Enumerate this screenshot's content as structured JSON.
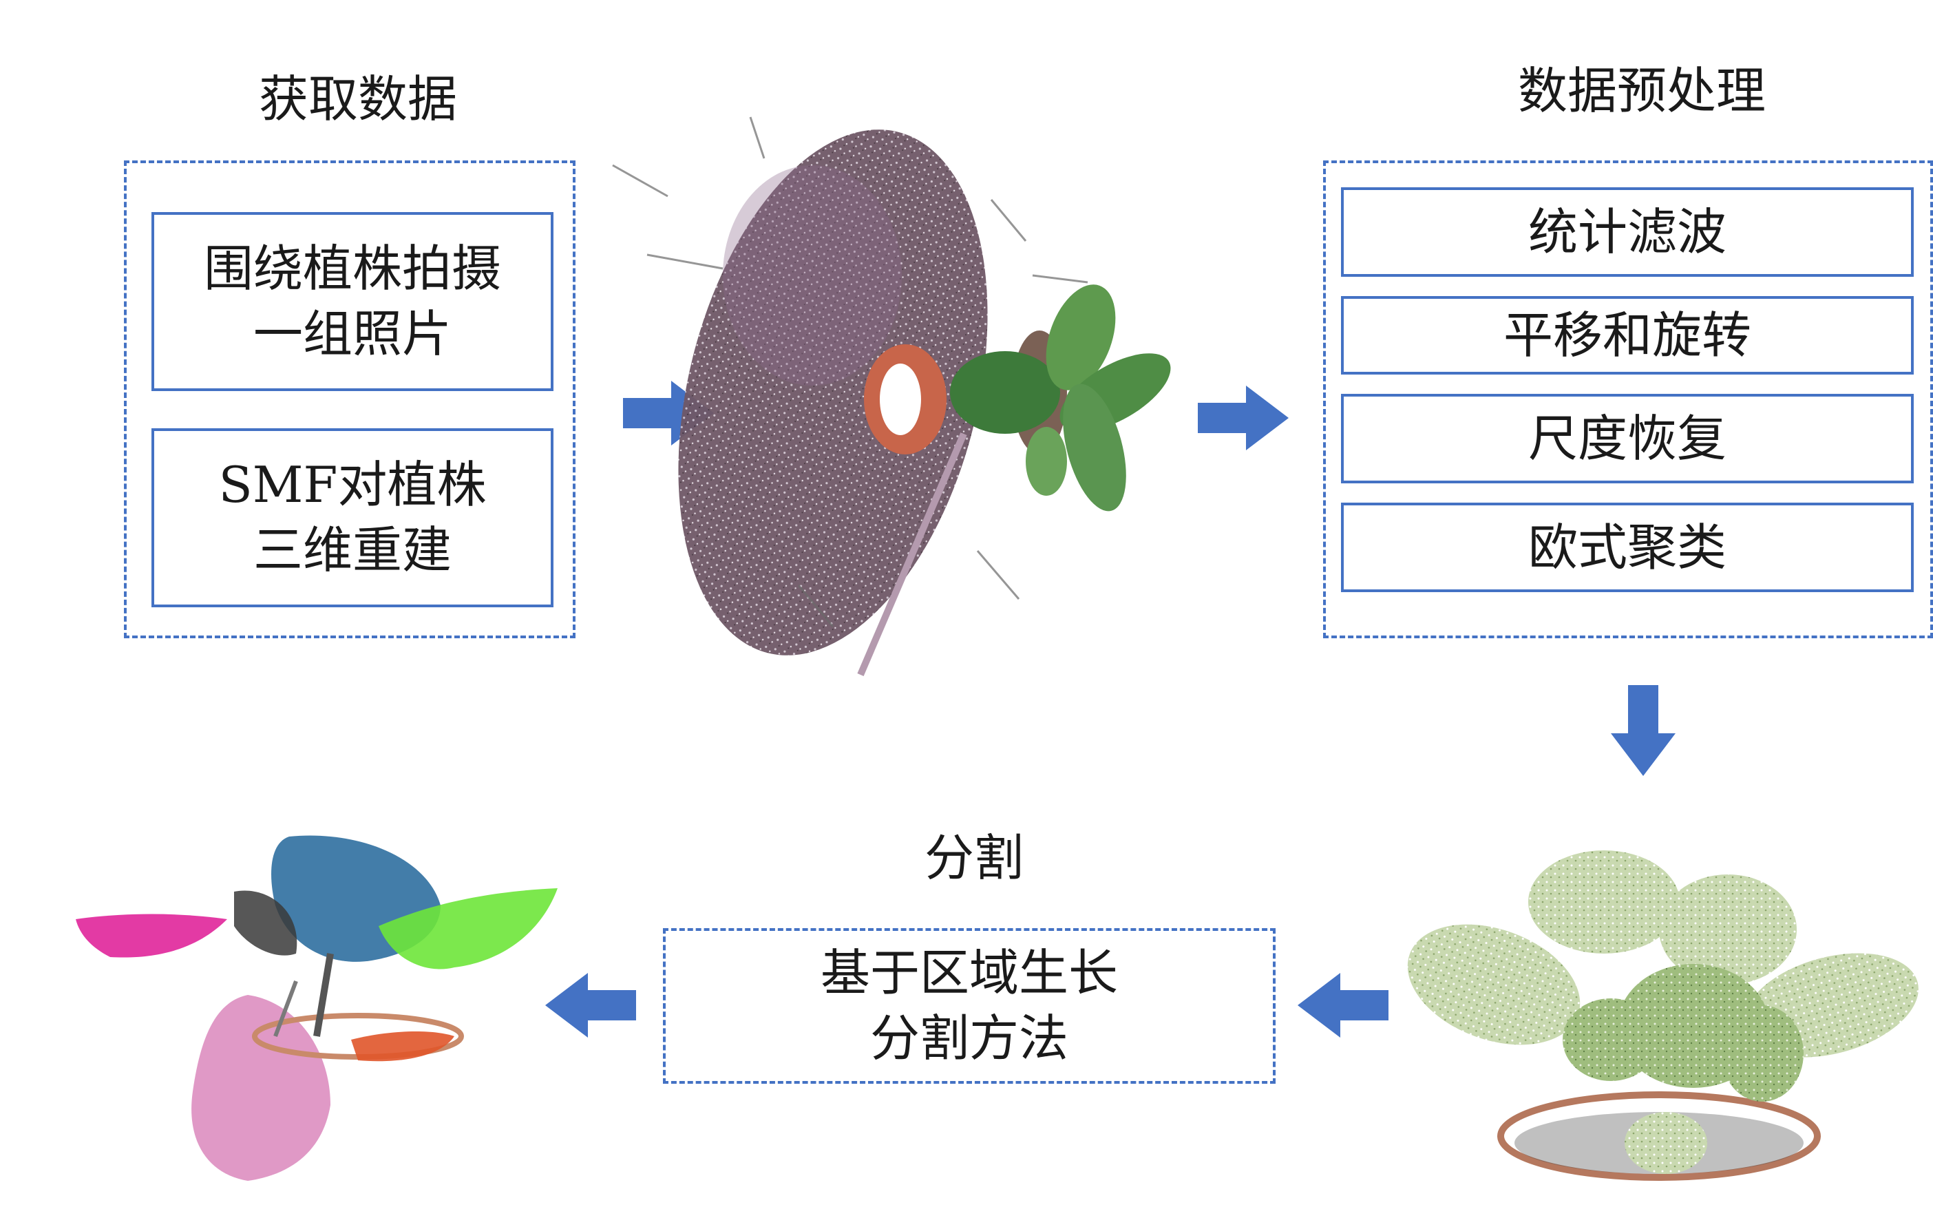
{
  "acquire": {
    "title": "获取数据",
    "box1": {
      "line1": "围绕植株拍摄",
      "line2": "一组照片"
    },
    "box2": {
      "line1": "SMF对植株",
      "line2": "三维重建"
    }
  },
  "preprocess": {
    "title": "数据预处理",
    "steps": [
      "统计滤波",
      "平移和旋转",
      "尺度恢复",
      "欧式聚类"
    ]
  },
  "segmentation": {
    "title": "分割",
    "method": {
      "line1": "基于区域生长",
      "line2": "分割方法"
    }
  },
  "colors": {
    "accent": "#4472c4",
    "arrow": "#4472c4"
  },
  "images": [
    "raw-point-cloud-image",
    "preprocessed-plant-point-cloud-image",
    "segmented-plant-point-cloud-image"
  ]
}
